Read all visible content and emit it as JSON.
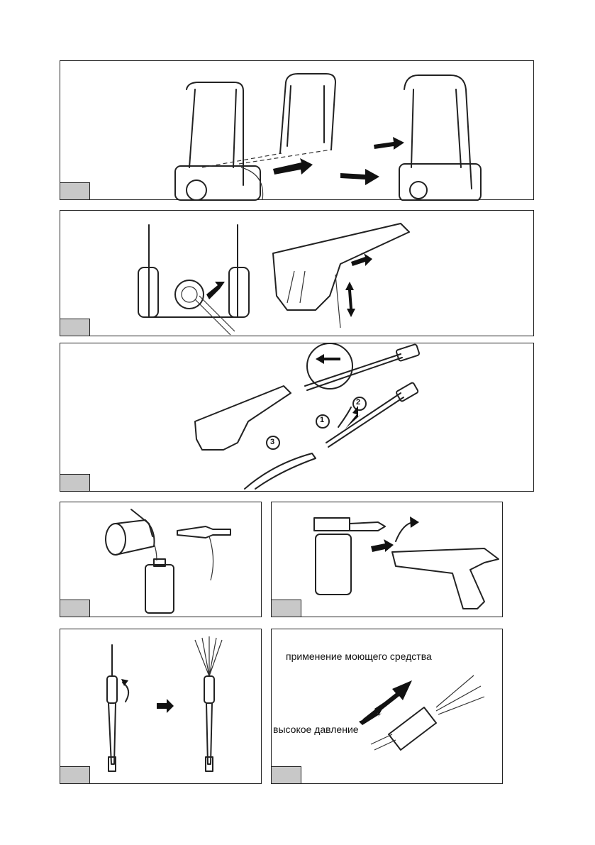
{
  "panels": [
    {
      "id": "p1"
    },
    {
      "id": "p2"
    },
    {
      "id": "p3"
    },
    {
      "id": "p4"
    },
    {
      "id": "p5"
    },
    {
      "id": "p6"
    },
    {
      "id": "p7"
    }
  ],
  "step_numbers": [
    "1",
    "2",
    "3"
  ],
  "nozzle_modes": {
    "detergent_label": "применение моющего средства",
    "high_pressure_label": "высокое давление"
  },
  "colors": {
    "tag_fill": "#c8c8c8",
    "line": "#222222"
  }
}
